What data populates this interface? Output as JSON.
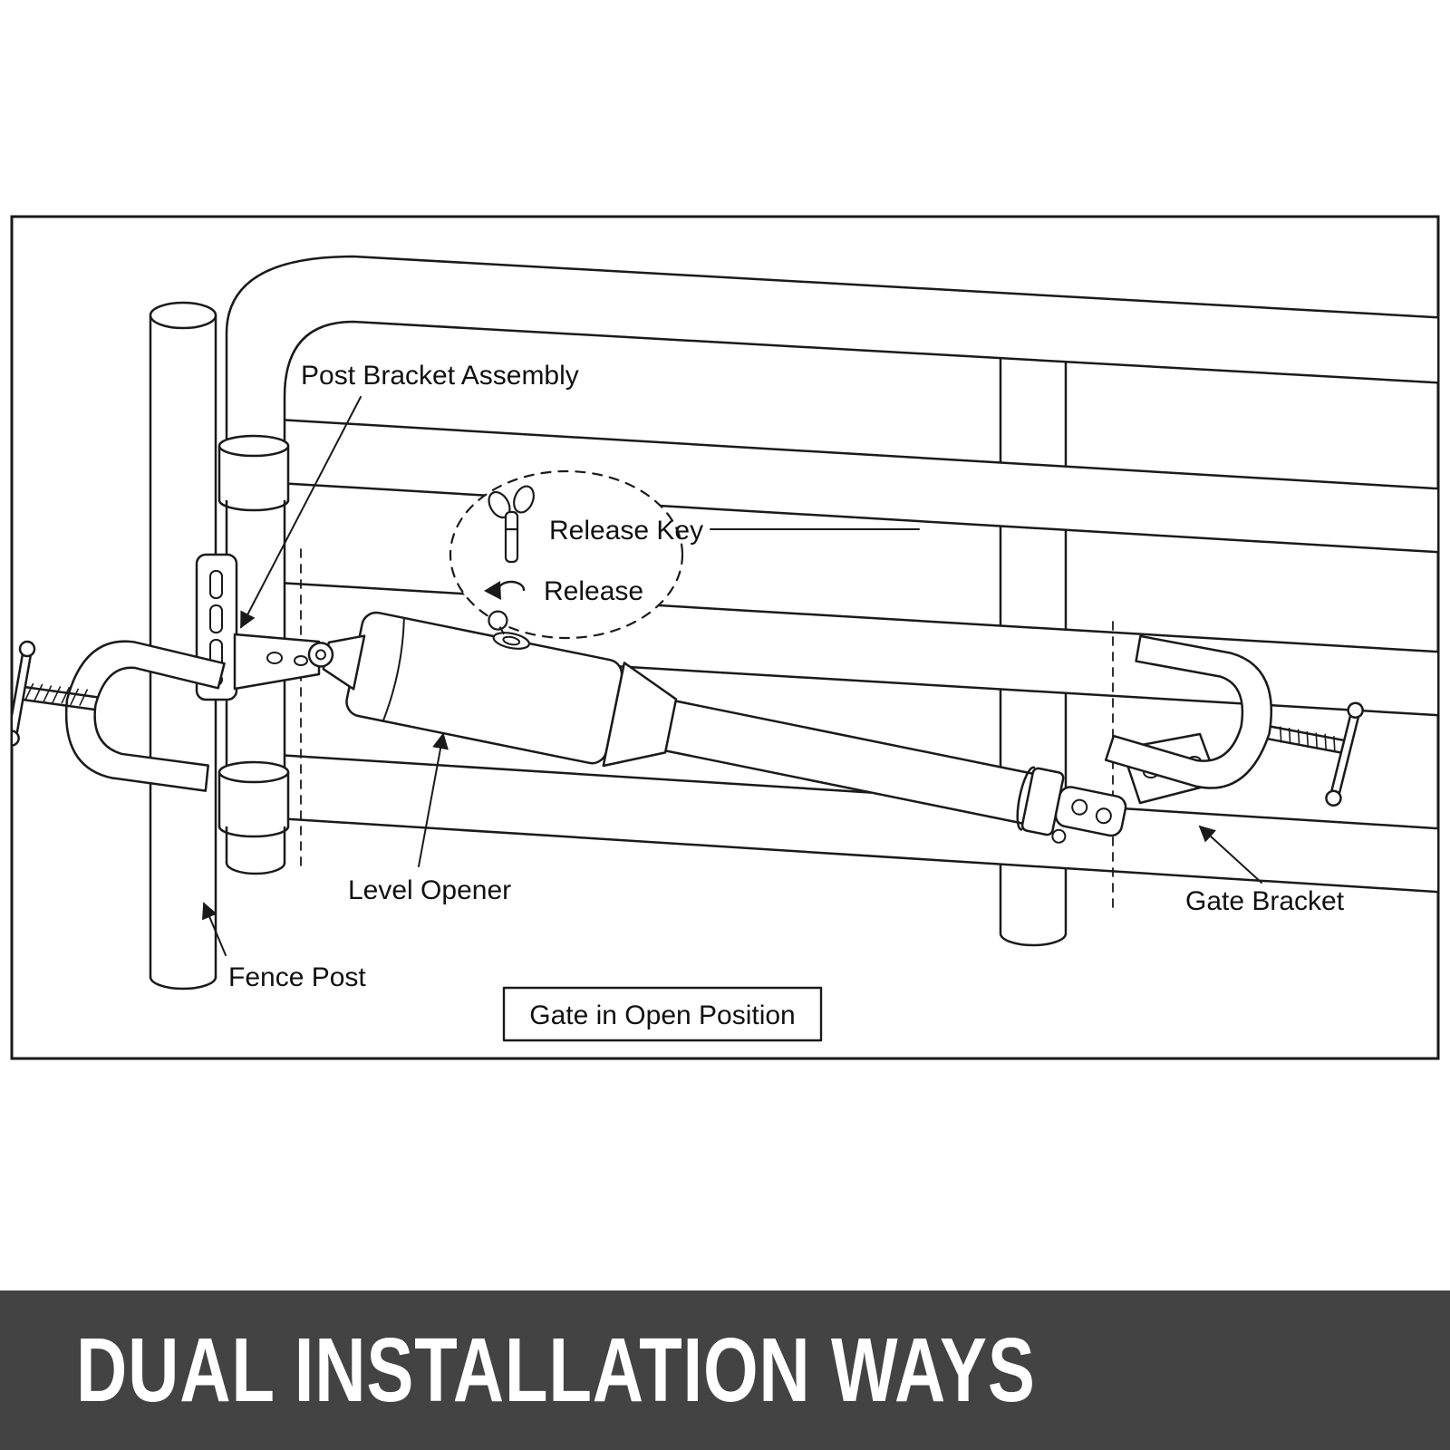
{
  "banner": {
    "title": "DUAL INSTALLATION WAYS"
  },
  "diagram": {
    "labels": {
      "post_bracket_assembly": "Post Bracket Assembly",
      "release_key": "Release Key",
      "release": "Release",
      "level_opener": "Level Opener",
      "fence_post": "Fence Post",
      "gate_bracket": "Gate Bracket",
      "caption": "Gate in Open Position"
    }
  },
  "colors": {
    "banner_bg": "#434343",
    "banner_fg": "#ffffff",
    "line": "#1a1a1a",
    "background": "#ffffff"
  }
}
